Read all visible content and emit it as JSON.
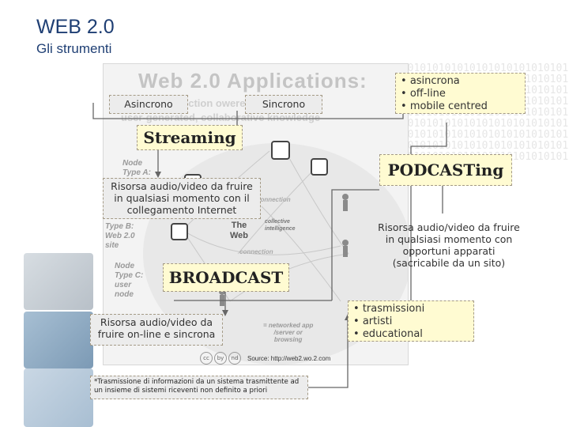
{
  "header": {
    "title": "WEB 2.0",
    "subtitle": "Gli strumenti"
  },
  "photo": {
    "title": "Web 2.0 Applications:",
    "line1": "ection          owered b",
    "line2": "user-generated, collaborative knowledge",
    "node_a": "Node\nType A:",
    "node_b": "Type B:\nWeb 2.0\nsite",
    "node_c": "Node\nType C:\nuser\nnode",
    "web": "The\nWeb",
    "collective": "collective\nintelligence",
    "connection_top": "connection",
    "connection_bottom": "connection",
    "network": "= networked app\n/server or\nbrowsing",
    "source": "Source: http://web2.wo.2.com",
    "cc_icons": [
      "cc",
      "by",
      "nd"
    ]
  },
  "labels": {
    "asincrono": "Asincrono",
    "sincrono": "Sincrono",
    "streaming": "Streaming",
    "podcasting": "PODCASTing",
    "broadcast": "BROADCAST"
  },
  "modes_list": [
    "asincrona",
    "off-line",
    "mobile centred"
  ],
  "streaming_desc": "Risorsa audio/video da fruire in qualsiasi momento con il collegamento Internet",
  "podcast_desc": "Risorsa audio/video da fruire in qualsiasi momento con opportuni apparati (sacricabile da un sito)",
  "broadcast_desc": "Risorsa audio/video da fruire on-line e sincrona",
  "broadcast_list": [
    "trasmissioni",
    "artisti",
    "educational"
  ],
  "footnote": "*Trasmissione di informazioni da un sistema trasmittente ad un insieme di sistemi riceventi non definito a priori",
  "watermark": "010101010101010101010101010101010101010101010101010101010101010101010101010101010101010101010101010101010101010101010101010101010101010101010101010101010101010101010101010101010101010101010101010101010101010101010101010101010101010101010101010101010101010101010101"
}
